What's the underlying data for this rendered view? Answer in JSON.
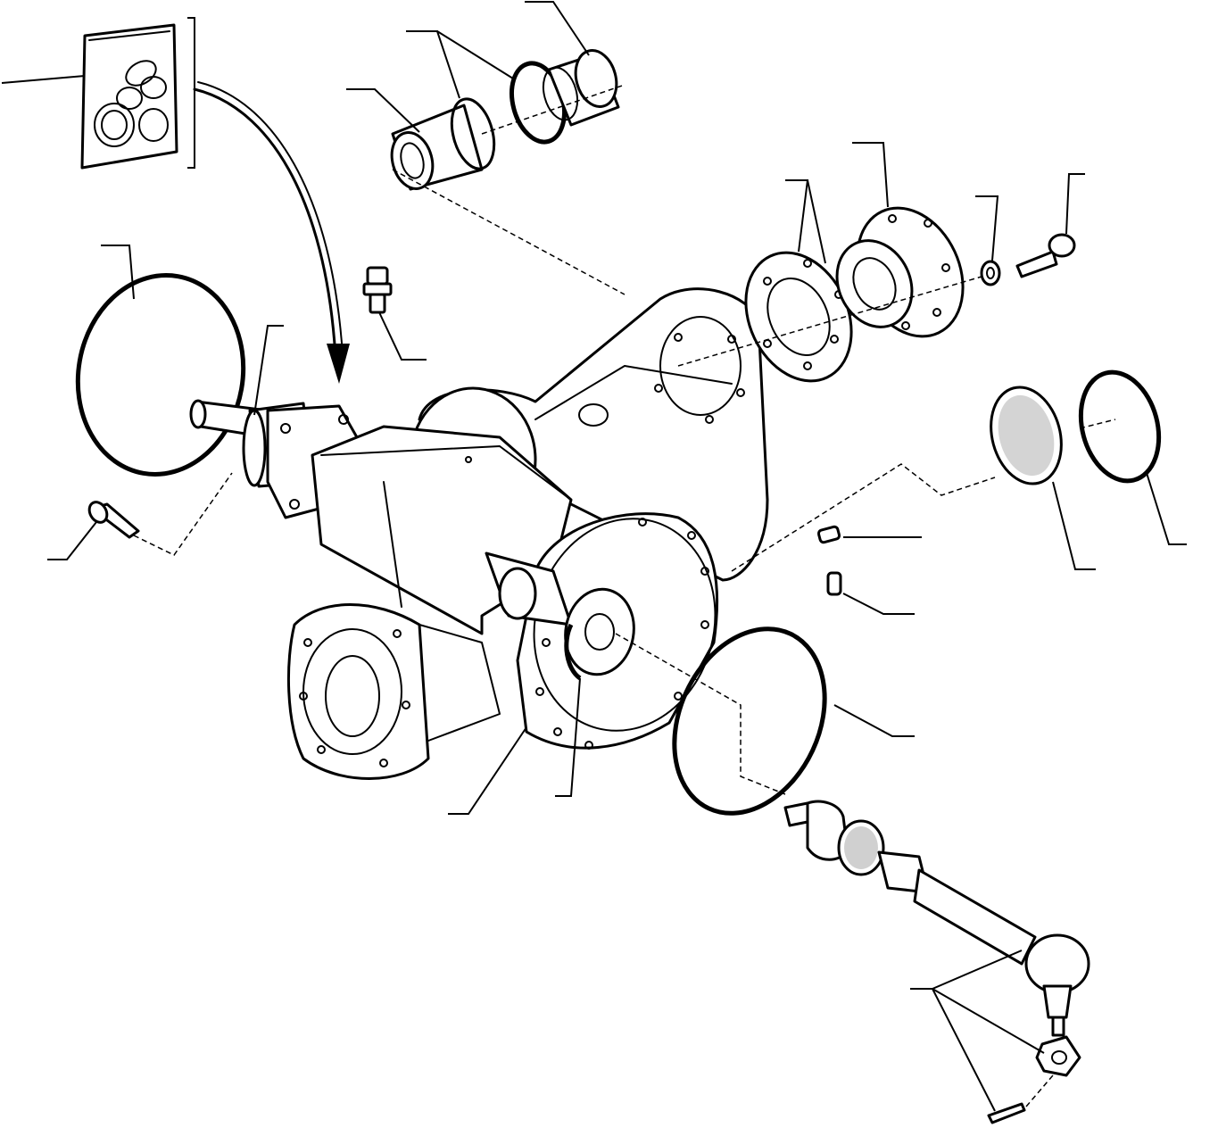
{
  "diagram": {
    "type": "exploded-parts-view",
    "callouts": [
      "inset-reference",
      "bushing-pair",
      "upper-sleeve",
      "bushing-left",
      "flange-plate",
      "drive-flange",
      "lock-washer",
      "cap-screw",
      "breather-plug",
      "large-o-ring",
      "input-shaft",
      "bolt-left",
      "snap-ring",
      "filter-screen",
      "grub-screw-1",
      "grub-screw-2",
      "housing-o-ring",
      "housing-body",
      "shaft-seal",
      "tie-rod-assembly"
    ]
  }
}
